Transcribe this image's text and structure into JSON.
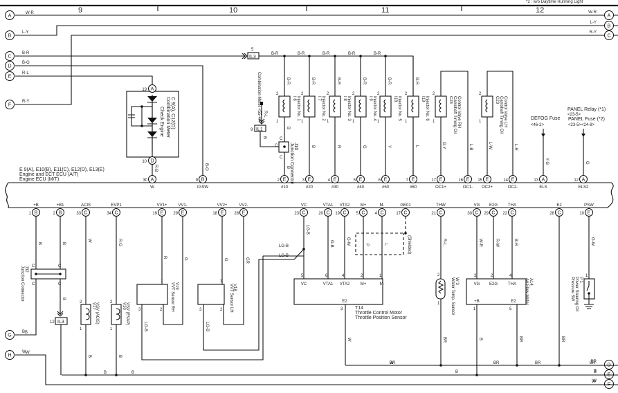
{
  "note": "*2 : w/o Daytime Running Light",
  "grid": [
    "9",
    "10",
    "11",
    "12"
  ],
  "connectors_left": [
    {
      "id": "A",
      "wire": "W-R"
    },
    {
      "id": "B",
      "wire": "L-Y"
    },
    {
      "id": "C",
      "wire": "B-R"
    },
    {
      "id": "D",
      "wire": "B-O"
    },
    {
      "id": "E",
      "wire": "R-L"
    },
    {
      "id": "F",
      "wire": "R-Y"
    },
    {
      "id": "G",
      "wire": "B"
    },
    {
      "id": "H",
      "wire": "W"
    }
  ],
  "connectors_right": [
    {
      "id": "A",
      "wire": "W-R"
    },
    {
      "id": "B",
      "wire": "L-Y"
    },
    {
      "id": "C",
      "wire": "R-Y"
    },
    {
      "id": "D",
      "wire": "BR"
    },
    {
      "id": "E",
      "wire": "B"
    },
    {
      "id": "F",
      "wire": "W"
    }
  ],
  "ecu": {
    "line1": "E 9(A), E10(B), E11(C), E12(D), E13(E)",
    "line2": "Engine and ECT ECU (A/T)",
    "line3": "Engine ECU (M/T)"
  },
  "top_pins": [
    {
      "num": "30",
      "conn": "A",
      "name": "W"
    },
    {
      "num": "9",
      "conn": "B",
      "name": "IGSW"
    },
    {
      "num": "2",
      "conn": "E",
      "name": "#10"
    },
    {
      "num": "3",
      "conn": "E",
      "name": "#20"
    },
    {
      "num": "4",
      "conn": "E",
      "name": "#30"
    },
    {
      "num": "5",
      "conn": "E",
      "name": "#40"
    },
    {
      "num": "6",
      "conn": "E",
      "name": "#50"
    },
    {
      "num": "7",
      "conn": "E",
      "name": "#60"
    },
    {
      "num": "17",
      "conn": "E",
      "name": "OC1+"
    },
    {
      "num": "16",
      "conn": "E",
      "name": "OC1-"
    },
    {
      "num": "15",
      "conn": "E",
      "name": "OC2+"
    },
    {
      "num": "14",
      "conn": "E",
      "name": "OC2-"
    },
    {
      "num": "13",
      "conn": "A",
      "name": "ELS"
    },
    {
      "num": "12",
      "conn": "A",
      "name": "ELS2"
    }
  ],
  "bottom_pins": [
    {
      "num": "1",
      "conn": "B",
      "name": "+B"
    },
    {
      "num": "2",
      "conn": "B",
      "name": "+B1"
    },
    {
      "num": "33",
      "conn": "C",
      "name": "ACIS"
    },
    {
      "num": "34",
      "conn": "C",
      "name": "EVP1"
    },
    {
      "num": "19",
      "conn": "E",
      "name": "VV1+"
    },
    {
      "num": "29",
      "conn": "E",
      "name": "VV1-"
    },
    {
      "num": "18",
      "conn": "E",
      "name": "VV2+"
    },
    {
      "num": "28",
      "conn": "E",
      "name": "VV2-"
    },
    {
      "num": "23",
      "conn": "C",
      "name": "VC"
    },
    {
      "num": "20",
      "conn": "C",
      "name": "VTA1"
    },
    {
      "num": "19",
      "conn": "C",
      "name": "VTA2"
    },
    {
      "num": "5",
      "conn": "C",
      "name": "M+"
    },
    {
      "num": "4",
      "conn": "C",
      "name": "M-"
    },
    {
      "num": "17",
      "conn": "C",
      "name": "GE01"
    },
    {
      "num": "21",
      "conn": "C",
      "name": "THW"
    },
    {
      "num": "30",
      "conn": "C",
      "name": "VG"
    },
    {
      "num": "29",
      "conn": "C",
      "name": "E2G"
    },
    {
      "num": "22",
      "conn": "C",
      "name": "THA"
    },
    {
      "num": "28",
      "conn": "C",
      "name": "E2"
    },
    {
      "num": "10",
      "conn": "E",
      "name": "PSW"
    }
  ],
  "combination_meter": {
    "code": "C 9(A), C12(D)",
    "name": "Combination Meter",
    "lamp": "Check Engine",
    "pin_top": "19",
    "conn_top": "A",
    "pin_bottom": "10",
    "conn_bottom": "D",
    "wire_out": "R-B"
  },
  "igsw_wire": "B-O",
  "il3_top": {
    "label": "IL3",
    "pin": "5"
  },
  "il1": {
    "label": "IL1",
    "pin": "9",
    "from": "Combination Meter <55-4>",
    "wire_in": "R-L",
    "wire_out": "B"
  },
  "j10": {
    "code": "J10",
    "name": "Junction Connector",
    "pin": "C"
  },
  "bus_wire": "B-R",
  "injectors": [
    {
      "code": "I 6",
      "name": "Injector No. 1",
      "wire": "B"
    },
    {
      "code": "I 7",
      "name": "Injector No. 2",
      "wire": "B"
    },
    {
      "code": "I 8",
      "name": "Injector No. 3",
      "wire": "R"
    },
    {
      "code": "I 9",
      "name": "Injector No. 4",
      "wire": "G"
    },
    {
      "code": "I18",
      "name": "Injector No. 5",
      "wire": "Y"
    },
    {
      "code": "I19",
      "name": "Injector No. 6",
      "wire": "L"
    }
  ],
  "injector_pin_top": "2",
  "injector_pin_bottom": "1",
  "ocv": [
    {
      "code": "C24",
      "name1": "Camshaft Timing Oil",
      "name2": "Control Valve RH",
      "wire_plus": "G-Y",
      "wire_minus": "L-B"
    },
    {
      "code": "C23",
      "name1": "Camshaft Timing Oil",
      "name2": "Control Valve LH",
      "wire_plus": "L-W",
      "wire_minus": "L-R"
    }
  ],
  "defog": {
    "label": "DEFOG Fuse",
    "ref": "<46-2>",
    "wire": "Y-G"
  },
  "panel": {
    "relay": "PANEL Relay (*1)",
    "relay_ref": "<23-5>",
    "fuse": "PANEL Fuse (*2)",
    "fuse_ref": "<23-5><24-8>",
    "wire": "G"
  },
  "j32": {
    "code": "J32",
    "name": "Junction Connector",
    "pin": "C"
  },
  "il3_bottom": {
    "label": "IL3",
    "pin": "12"
  },
  "vsv_acis": {
    "code": "V17",
    "name": "VSV (ACIS)",
    "wire_in": "W",
    "pin_top": "2",
    "pin_bottom": "1"
  },
  "vsv_evap": {
    "code": "V10",
    "name": "VSV (EVAP)",
    "wire_in": "R-G",
    "pin_top": "2",
    "pin_bottom": "1"
  },
  "vvt_rh": {
    "code": "V19",
    "name": "VVT Sensor RH",
    "wire1": "R",
    "wire2": "G",
    "wire3": "LG-B"
  },
  "vvt_lh": {
    "code": "V18",
    "name": "VVT Sensor LH",
    "wire1": "G",
    "wire2": "GR",
    "wire3": "LG-B"
  },
  "throttle": {
    "code": "T14",
    "name1": "Throttle Control Motor",
    "name2": "Throttle Position Sensor",
    "pins": [
      {
        "n": "5",
        "l": "VC"
      },
      {
        "n": "6",
        "l": "VTA1"
      },
      {
        "n": "4",
        "l": "VTA2"
      },
      {
        "n": "2",
        "l": "M+"
      },
      {
        "n": "1",
        "l": "M-"
      }
    ],
    "e2_pin": "3",
    "e2": "E2",
    "wires": {
      "vc": "LG-B",
      "vta1": "G-B",
      "vta2": "G-W",
      "mp": "P",
      "mm": "L",
      "e2": "W"
    },
    "shielded": "(Shielded)"
  },
  "lgb": "LG-B",
  "thw": {
    "code": "W 3",
    "name": "Water Temp. Sensor",
    "wire": "R-L",
    "wire_out": "BR",
    "pin_top": "2",
    "pin_bottom": "1"
  },
  "afm": {
    "code": "A14",
    "name": "Air Flow Meter",
    "pins": [
      {
        "n": "3",
        "l": "VG"
      },
      {
        "n": "2",
        "l": "E2G"
      },
      {
        "n": "4",
        "l": "THA"
      }
    ],
    "bottom": [
      {
        "n": "1",
        "l": "+B"
      },
      {
        "n": "5",
        "l": "E2"
      }
    ],
    "wires": {
      "vg": "W-R",
      "e2g": "R-W",
      "tha": "B-R",
      "pb": "B",
      "e2": "BR"
    }
  },
  "e2_wire": "BR",
  "psw": {
    "code": "P 1",
    "name1": "Power Steering Oil",
    "name2": "Pressure SW",
    "wire": "G-W",
    "pin": "1"
  },
  "bottom_bus": {
    "br": "BR",
    "b": "B",
    "w": "W"
  }
}
